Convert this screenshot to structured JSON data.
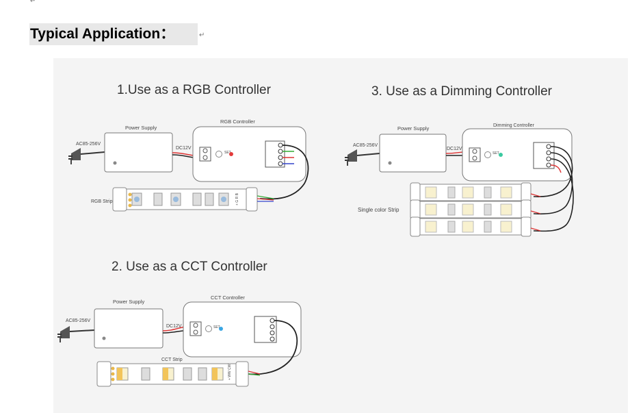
{
  "page": {
    "heading": "Typical Application：",
    "return_mark": "↵"
  },
  "rgb": {
    "title": "1.Use as a RGB Controller",
    "power_supply": "Power Supply",
    "controller": "RGB Controller",
    "input": "AC85-256V",
    "dc": "DC12V",
    "strip": "RGB Strip",
    "strip_pins": "+ G R B",
    "set": "SET"
  },
  "cct": {
    "title": "2. Use as a CCT Controller",
    "power_supply": "Power Supply",
    "controller": "CCT Controller",
    "input": "AC85-256V",
    "dc": "DC12V",
    "strip": "CCT Strip",
    "strip_pins": "+ WW CW",
    "set": "SET"
  },
  "dim": {
    "title": "3. Use as a Dimming Controller",
    "power_supply": "Power Supply",
    "controller": "Dimming Controller",
    "input": "AC85-256V",
    "dc": "DC12V",
    "strip": "Single color Strip",
    "set": "SET"
  },
  "colors": {
    "panel_bg": "#f4f4f4",
    "heading_bg": "#e8e8e8",
    "rgb_led": "#e33a3a",
    "cct_led": "#3aa6e3",
    "dim_led": "#3ac9a0",
    "warm_chip": "#f2c45a",
    "white_chip": "#f8f1cf"
  }
}
